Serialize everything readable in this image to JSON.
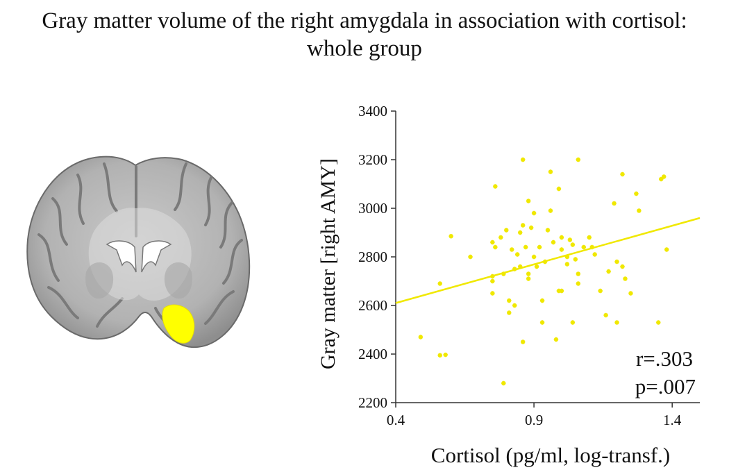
{
  "title": {
    "line1": "Gray matter volume of the right amygdala in association with cortisol:",
    "line2": "whole group"
  },
  "colors": {
    "points": "#f0e800",
    "fit_line": "#f0e800",
    "highlight": "#ffff00",
    "axis": "#333333"
  },
  "chart_data": {
    "type": "scatter",
    "title": "Gray matter volume of the right amygdala in association with cortisol: whole group",
    "xlabel": "Cortisol (pg/ml, log-transf.)",
    "ylabel": "Gray matter [right AMY]",
    "xlim": [
      0.4,
      1.5
    ],
    "ylim": [
      2200,
      3400
    ],
    "xticks": [
      0.4,
      0.9,
      1.4
    ],
    "xtick_labels": [
      "0.4",
      "0.9",
      "1.4"
    ],
    "yticks": [
      2200,
      2400,
      2600,
      2800,
      3000,
      3200,
      3400
    ],
    "ytick_labels": [
      "2200",
      "2400",
      "2600",
      "2800",
      "3000",
      "3200",
      "3400"
    ],
    "grid": false,
    "fit_line": {
      "x": [
        0.4,
        1.5
      ],
      "y": [
        2610,
        2960
      ]
    },
    "annotations": [
      "r=.303",
      "p=.007"
    ],
    "points": [
      {
        "x": 0.49,
        "y": 2470
      },
      {
        "x": 0.56,
        "y": 2690
      },
      {
        "x": 0.56,
        "y": 2395
      },
      {
        "x": 0.58,
        "y": 2397
      },
      {
        "x": 0.6,
        "y": 2885
      },
      {
        "x": 0.67,
        "y": 2800
      },
      {
        "x": 0.75,
        "y": 2860
      },
      {
        "x": 0.75,
        "y": 2720
      },
      {
        "x": 0.75,
        "y": 2700
      },
      {
        "x": 0.75,
        "y": 2650
      },
      {
        "x": 0.76,
        "y": 3090
      },
      {
        "x": 0.76,
        "y": 2840
      },
      {
        "x": 0.78,
        "y": 2880
      },
      {
        "x": 0.79,
        "y": 2280
      },
      {
        "x": 0.79,
        "y": 2730
      },
      {
        "x": 0.8,
        "y": 2910
      },
      {
        "x": 0.81,
        "y": 2620
      },
      {
        "x": 0.81,
        "y": 2570
      },
      {
        "x": 0.82,
        "y": 2830
      },
      {
        "x": 0.83,
        "y": 2750
      },
      {
        "x": 0.83,
        "y": 2600
      },
      {
        "x": 0.84,
        "y": 2810
      },
      {
        "x": 0.85,
        "y": 2900
      },
      {
        "x": 0.85,
        "y": 2760
      },
      {
        "x": 0.86,
        "y": 3200
      },
      {
        "x": 0.86,
        "y": 2930
      },
      {
        "x": 0.86,
        "y": 2450
      },
      {
        "x": 0.87,
        "y": 2840
      },
      {
        "x": 0.88,
        "y": 3030
      },
      {
        "x": 0.88,
        "y": 2730
      },
      {
        "x": 0.88,
        "y": 2710
      },
      {
        "x": 0.89,
        "y": 2920
      },
      {
        "x": 0.9,
        "y": 2980
      },
      {
        "x": 0.9,
        "y": 2800
      },
      {
        "x": 0.91,
        "y": 2760
      },
      {
        "x": 0.92,
        "y": 2840
      },
      {
        "x": 0.93,
        "y": 2620
      },
      {
        "x": 0.93,
        "y": 2530
      },
      {
        "x": 0.94,
        "y": 2780
      },
      {
        "x": 0.95,
        "y": 2910
      },
      {
        "x": 0.96,
        "y": 3150
      },
      {
        "x": 0.96,
        "y": 2990
      },
      {
        "x": 0.97,
        "y": 2860
      },
      {
        "x": 0.98,
        "y": 2460
      },
      {
        "x": 0.99,
        "y": 3080
      },
      {
        "x": 0.99,
        "y": 2660
      },
      {
        "x": 1.0,
        "y": 2880
      },
      {
        "x": 1.0,
        "y": 2830
      },
      {
        "x": 1.0,
        "y": 2660
      },
      {
        "x": 1.02,
        "y": 2800
      },
      {
        "x": 1.02,
        "y": 2770
      },
      {
        "x": 1.03,
        "y": 2870
      },
      {
        "x": 1.04,
        "y": 2850
      },
      {
        "x": 1.04,
        "y": 2530
      },
      {
        "x": 1.05,
        "y": 2790
      },
      {
        "x": 1.06,
        "y": 3200
      },
      {
        "x": 1.06,
        "y": 2730
      },
      {
        "x": 1.06,
        "y": 2690
      },
      {
        "x": 1.08,
        "y": 2840
      },
      {
        "x": 1.1,
        "y": 2880
      },
      {
        "x": 1.11,
        "y": 2840
      },
      {
        "x": 1.12,
        "y": 2810
      },
      {
        "x": 1.14,
        "y": 2660
      },
      {
        "x": 1.16,
        "y": 2560
      },
      {
        "x": 1.17,
        "y": 2740
      },
      {
        "x": 1.19,
        "y": 3020
      },
      {
        "x": 1.2,
        "y": 2780
      },
      {
        "x": 1.2,
        "y": 2530
      },
      {
        "x": 1.22,
        "y": 2760
      },
      {
        "x": 1.22,
        "y": 3140
      },
      {
        "x": 1.23,
        "y": 2710
      },
      {
        "x": 1.25,
        "y": 2650
      },
      {
        "x": 1.27,
        "y": 3060
      },
      {
        "x": 1.28,
        "y": 2990
      },
      {
        "x": 1.35,
        "y": 2530
      },
      {
        "x": 1.36,
        "y": 3120
      },
      {
        "x": 1.37,
        "y": 3130
      },
      {
        "x": 1.38,
        "y": 2830
      }
    ]
  }
}
